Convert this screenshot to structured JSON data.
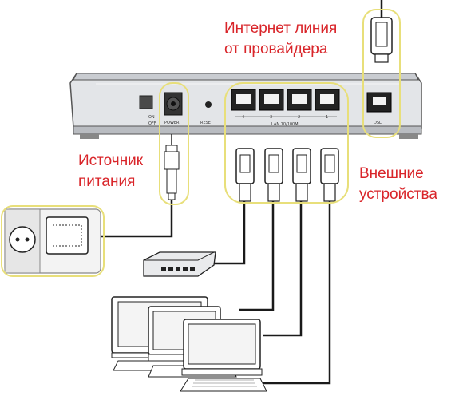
{
  "labels": {
    "internet_line_1": "Интернет линия",
    "internet_line_2": "от провайдера",
    "power_source_1": "Источник",
    "power_source_2": "питания",
    "external_devices_1": "Внешние",
    "external_devices_2": "устройства"
  },
  "router_panel": {
    "switch_on": "ON",
    "switch_off": "OFF",
    "power_port": "POWER",
    "reset_button": "RESET",
    "lan_ports": "LAN 10/100M",
    "lan_numbers": [
      "4",
      "3",
      "2",
      "1"
    ],
    "dsl_port": "DSL"
  },
  "colors": {
    "annotation_text": "#d9252a",
    "highlight_outline": "#e8df7a",
    "cable": "#1a1a1a",
    "router_body": "#d4d6da"
  }
}
